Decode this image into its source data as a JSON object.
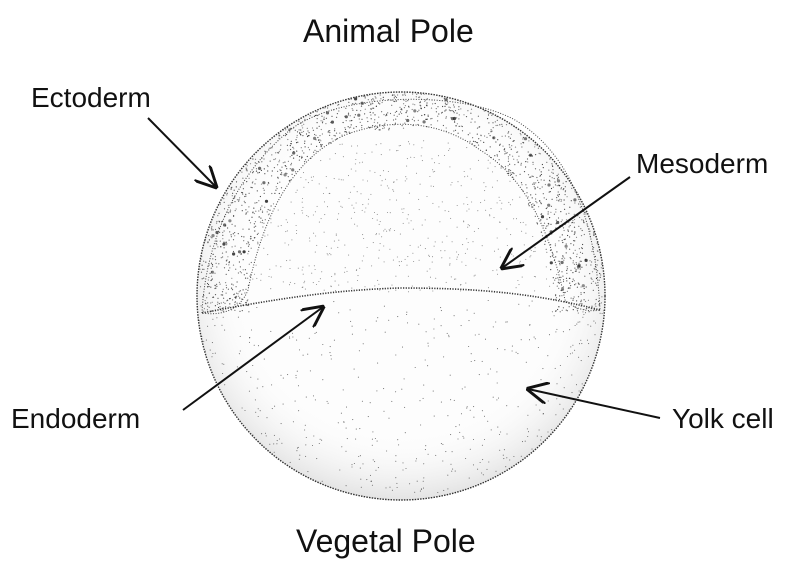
{
  "diagram": {
    "poles": {
      "top": "Animal Pole",
      "bottom": "Vegetal Pole"
    },
    "labels": {
      "ectoderm": "Ectoderm",
      "mesoderm": "Mesoderm",
      "endoderm": "Endoderm",
      "yolk_cell": "Yolk cell"
    },
    "colors": {
      "ink": "#111111",
      "background": "#ffffff"
    }
  }
}
